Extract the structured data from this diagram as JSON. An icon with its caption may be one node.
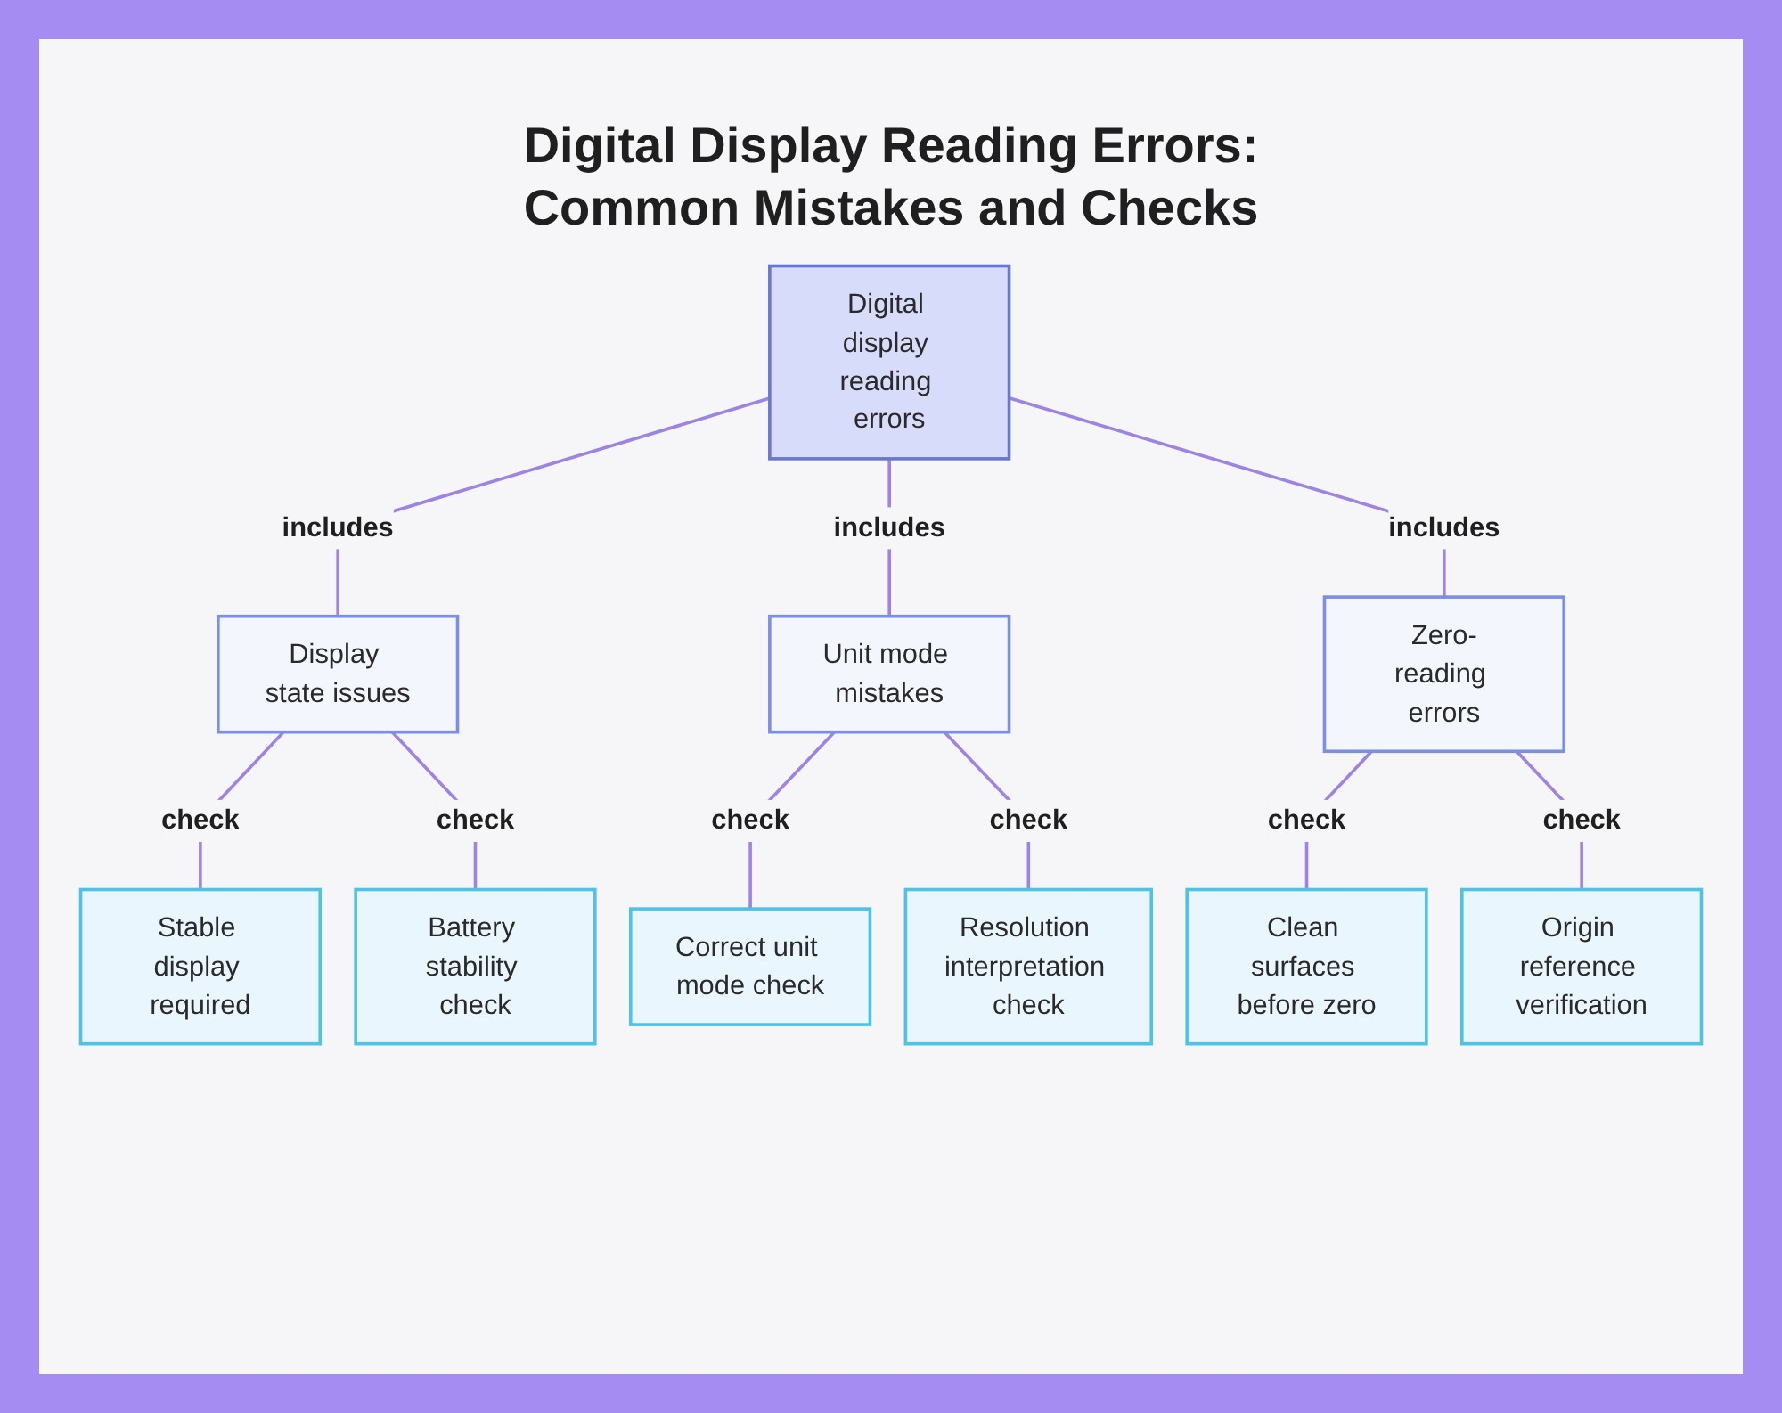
{
  "diagram": {
    "title": "Digital Display Reading Errors: Common Mistakes and Checks",
    "nodes": [
      {
        "text": [
          "Digital display reading errors"
        ]
      },
      {
        "text": [
          "Display state issues"
        ]
      },
      {
        "text": [
          "Unit mode mistakes"
        ]
      },
      {
        "text": [
          "Zero-reading errors"
        ]
      },
      {
        "text": [
          "Stable display required"
        ]
      },
      {
        "text": [
          "Battery stability check"
        ]
      },
      {
        "text": [
          "Correct unit mode check"
        ]
      },
      {
        "text": [
          "Resolution interpretation check"
        ]
      },
      {
        "text": [
          "Clean surfaces before zero"
        ]
      },
      {
        "text": [
          "Origin reference verification"
        ]
      }
    ],
    "edges": [
      {
        "from": 0,
        "to": 1,
        "arrow": "none",
        "label": "includes"
      },
      {
        "from": 0,
        "to": 2,
        "arrow": "none",
        "label": "includes"
      },
      {
        "from": 0,
        "to": 3,
        "arrow": "none",
        "label": "includes"
      },
      {
        "from": 1,
        "to": 4,
        "arrow": "none",
        "label": "check"
      },
      {
        "from": 1,
        "to": 5,
        "arrow": "none",
        "label": "check"
      },
      {
        "from": 2,
        "to": 6,
        "arrow": "none",
        "label": "check"
      },
      {
        "from": 2,
        "to": 7,
        "arrow": "none",
        "label": "check"
      },
      {
        "from": 3,
        "to": 8,
        "arrow": "none",
        "label": "check"
      },
      {
        "from": 3,
        "to": 9,
        "arrow": "none",
        "label": "check"
      }
    ]
  }
}
